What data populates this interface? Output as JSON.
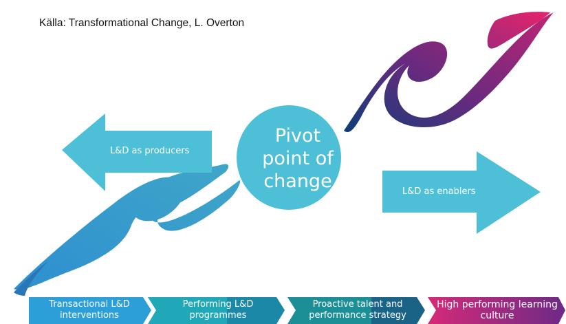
{
  "source_text": "Källa: Transformational Change, L. Overton",
  "left_arrow": {
    "label": "L&D as producers"
  },
  "right_arrow": {
    "label": "L&D as enablers"
  },
  "pivot": {
    "lines": [
      "Pivot",
      "point of",
      "change"
    ]
  },
  "stages": [
    {
      "line1": "Transactional L&D",
      "line2": "interventions"
    },
    {
      "line1": "Performing L&D",
      "line2": "programmes"
    },
    {
      "line1": "Proactive talent and",
      "line2": "performance strategy"
    },
    {
      "line1": "High performing learning",
      "line2": "culture"
    }
  ],
  "colors": {
    "arrow": "#4dbfd6",
    "circle": "#4dbfd6",
    "wave_start": "#2a77b8",
    "wave_mid": "#0e3d78",
    "wave_end_a": "#7c2a7c",
    "wave_end_b": "#e0256b",
    "stage1": "#2d9fd8",
    "stage2": "#20a7b8",
    "stage3": "#1b8f95",
    "stage4": "#d52a78"
  }
}
